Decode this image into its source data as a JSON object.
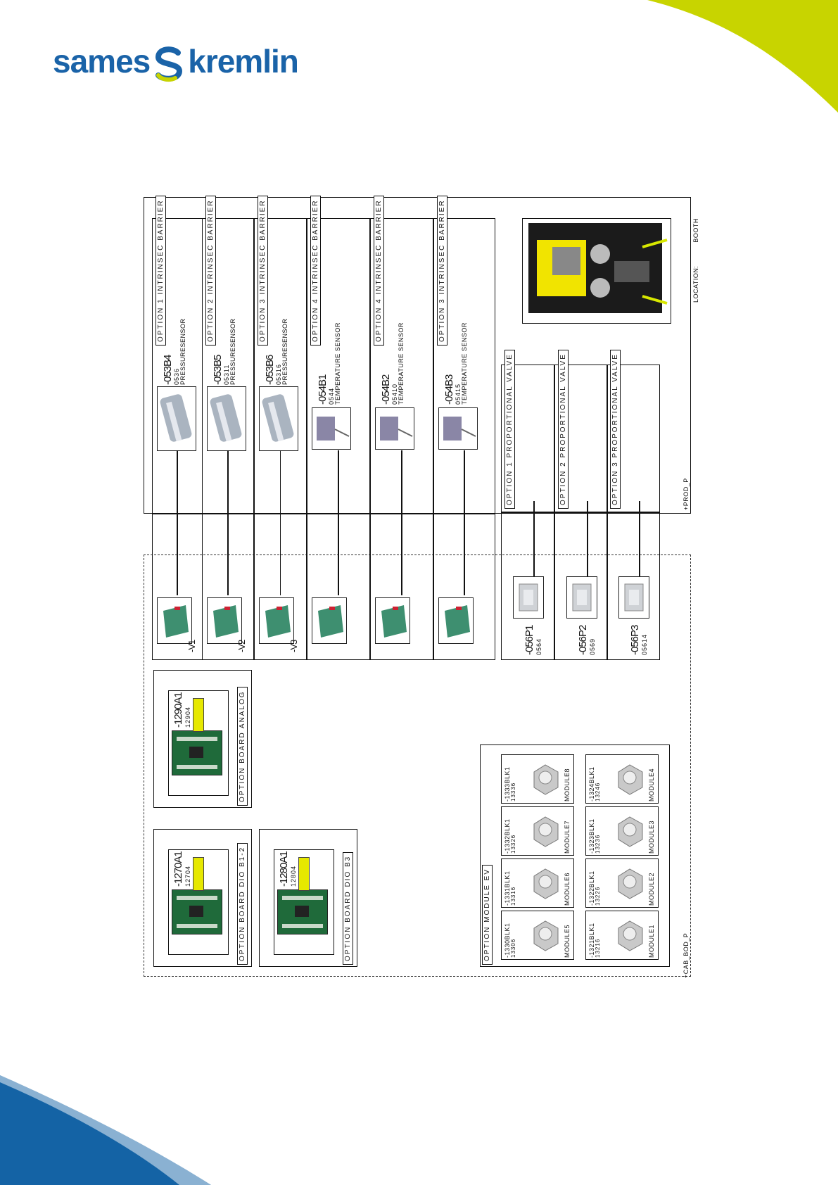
{
  "brand": {
    "name_left": "sames",
    "name_right": "kremlin",
    "color": "#1a63a8",
    "accent": "#c8d400"
  },
  "sensor_options": [
    {
      "title": "OPTION 1 INTRINSEC BARRIER",
      "ref": "-053B4",
      "code": "0536",
      "label": "PRESSURESENSOR"
    },
    {
      "title": "OPTION 2 INTRINSEC BARRIER",
      "ref": "-053B5",
      "code": "05311",
      "label": "PRESSURESENSOR"
    },
    {
      "title": "OPTION 3 INTRINSEC BARRIER",
      "ref": "-053B6",
      "code": "05316",
      "label": "PRESSURESENSOR"
    },
    {
      "title": "OPTION 4 INTRINSEC BARRIER",
      "ref": "-054B1",
      "code": "0544",
      "label": "TEMPERATURE SENSOR"
    },
    {
      "title": "OPTION 4 INTRINSEC BARRIER",
      "ref": "-054B2",
      "code": "05410",
      "label": "TEMPERATURE SENSOR"
    },
    {
      "title": "OPTION 3 INTRINSEC BARRIER",
      "ref": "-054B3",
      "code": "05415",
      "label": "TEMPERATURE SENSOR"
    }
  ],
  "valves": [
    {
      "title": "OPTION 1 PROPORTIONAL VALVE",
      "ref": "-056P1",
      "code": "0564"
    },
    {
      "title": "OPTION 2 PROPORTIONAL VALVE",
      "ref": "-056P2",
      "code": "0569"
    },
    {
      "title": "OPTION 3 PROPORTIONAL VALVE",
      "ref": "-056P3",
      "code": "05614"
    }
  ],
  "barriers": [
    "-V1",
    "-V2",
    "-V3"
  ],
  "location": {
    "label": "LOCATION:",
    "value": "BOOTH"
  },
  "zone_labels": {
    "prod": "+PROD_P",
    "cab": "+CAB_BOD_P"
  },
  "boards": [
    {
      "title": "OPTION BOARD ANALOG",
      "ref": "-1290A1",
      "code": "12904"
    },
    {
      "title": "OPTION BOARD DIO B1-2",
      "ref": "-1270A1",
      "code": "12704"
    },
    {
      "title": "OPTION BOARD DIO B3",
      "ref": "-1280A1",
      "code": "12804"
    }
  ],
  "module_ev": {
    "title": "OPTION MODULE EV",
    "modules": [
      {
        "ref": "-1333BLK1",
        "code": "13336",
        "name": "MODULE8"
      },
      {
        "ref": "-1332BLK1",
        "code": "13326",
        "name": "MODULE7"
      },
      {
        "ref": "-1331BLK1",
        "code": "13316",
        "name": "MODULE6"
      },
      {
        "ref": "-1330BLK1",
        "code": "13306",
        "name": "MODULE5"
      },
      {
        "ref": "-1324BLK1",
        "code": "13246",
        "name": "MODULE4"
      },
      {
        "ref": "-1323BLK1",
        "code": "13236",
        "name": "MODULE3"
      },
      {
        "ref": "-1322BLK1",
        "code": "13226",
        "name": "MODULE2"
      },
      {
        "ref": "-1321BLK1",
        "code": "13216",
        "name": "MODULE1"
      }
    ]
  }
}
